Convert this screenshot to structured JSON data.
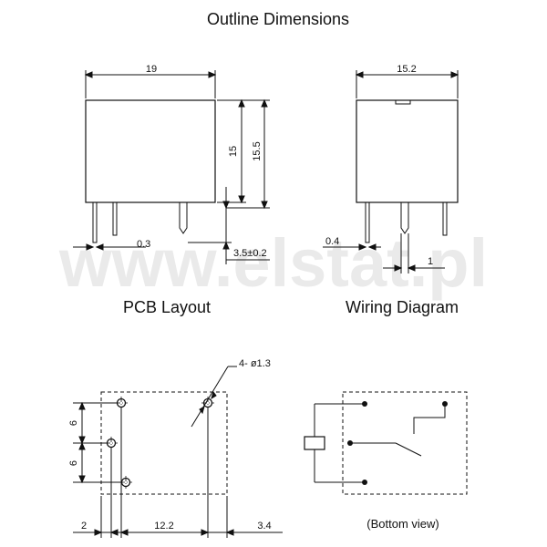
{
  "titles": {
    "outline": "Outline Dimensions",
    "pcb": "PCB Layout",
    "wiring": "Wiring Diagram",
    "bottom_view": "(Bottom view)"
  },
  "watermark": "www.elstat.pl",
  "outline_dims": {
    "front_width": "19",
    "height_body": "15",
    "height_total": "15.5",
    "pin_thickness": "0.3",
    "pin_length": "3.5±0.2",
    "side_width": "15.2",
    "side_pin": "0.4",
    "side_pin_width": "1"
  },
  "pcb_dims": {
    "holes": "4- ø1.3",
    "pitch_upper": "6",
    "pitch_lower": "6",
    "left_offset": "2",
    "spacing": "12.2",
    "right_offset": "3.4"
  }
}
